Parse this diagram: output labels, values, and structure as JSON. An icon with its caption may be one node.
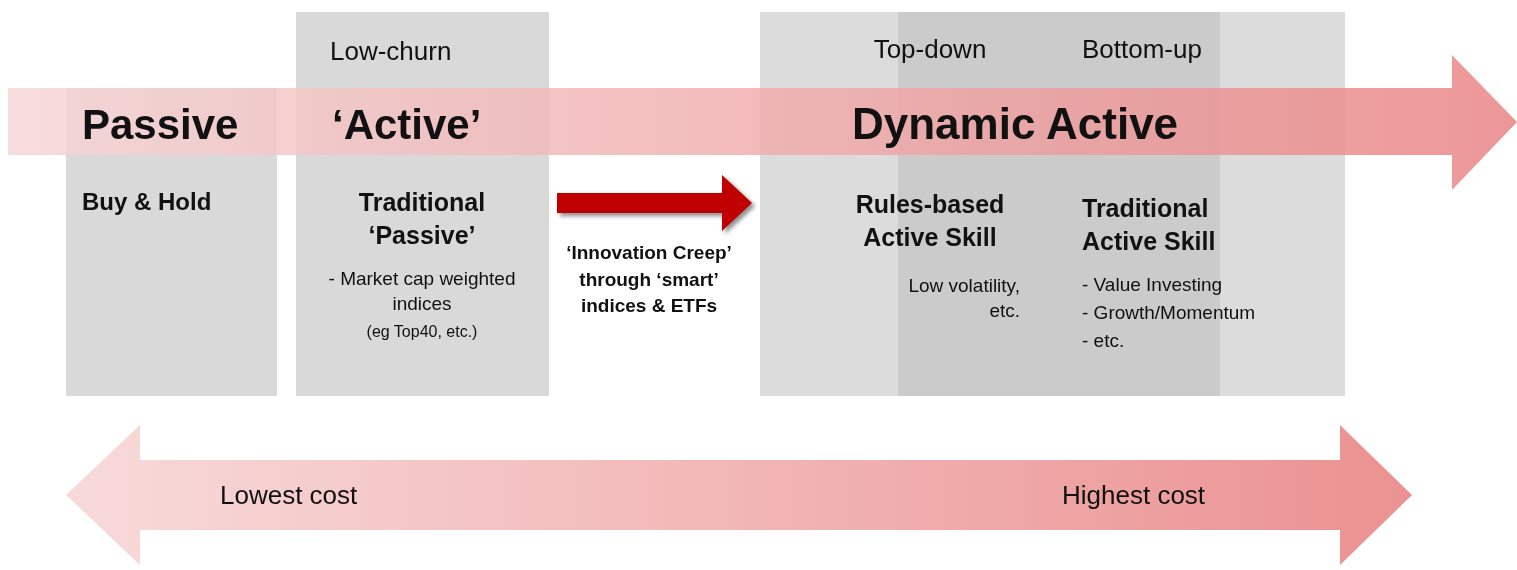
{
  "diagram": {
    "nodes": [
      {
        "text": [
          "Passive",
          "Buy & Hold"
        ]
      },
      {
        "text": [
          "Low-churn",
          "‘Active’",
          "Traditional ‘Passive’",
          "- Market cap weighted indices",
          "(eg Top40, etc.)"
        ]
      },
      {
        "text": [
          "Dynamic Active"
        ]
      },
      {
        "text": [
          "Top-down",
          "Rules-based Active Skill",
          "Low volatility, etc."
        ],
        "in": 2
      },
      {
        "text": [
          "Bottom-up",
          "Traditional Active Skill",
          "- Value Investing",
          "- Growth/Momentum",
          "- etc."
        ],
        "in": 2
      }
    ],
    "edges": [
      {
        "from": 1,
        "to": 2,
        "arrow": "to",
        "color": "#c00000",
        "label": "‘Innovation Creep’ through ‘smart’ indices & ETFs"
      }
    ],
    "labels": [
      "Lowest cost",
      "Highest cost"
    ]
  }
}
